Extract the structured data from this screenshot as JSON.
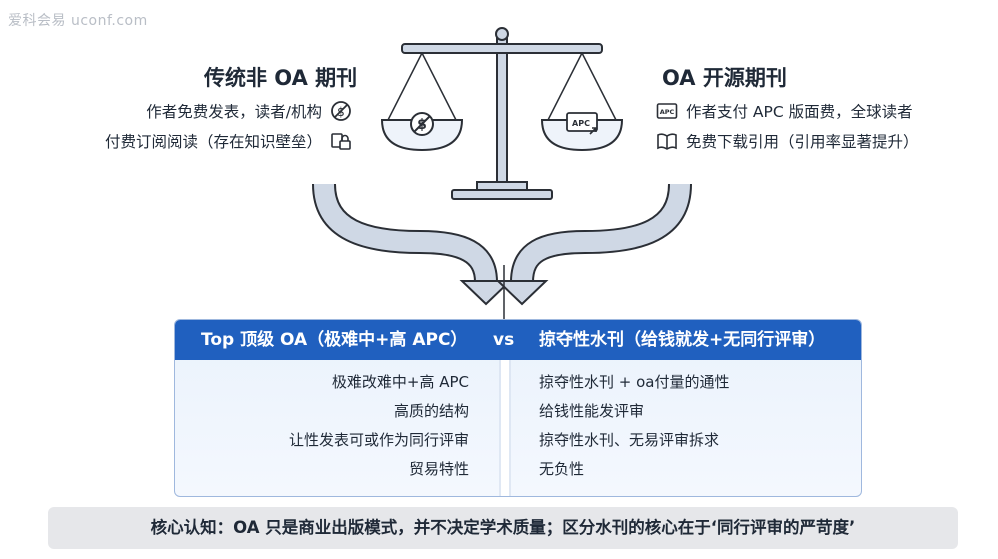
{
  "watermark": "爱科会易 uconf.com",
  "left_side": {
    "title": "传统非 OA 期刊",
    "lines": [
      "作者免费发表，读者/机构",
      "付费订阅阅读（存在知识壁垒）"
    ],
    "icons": [
      "no-dollar-icon",
      "lock-icon"
    ]
  },
  "right_side": {
    "title": "OA 开源期刊",
    "lines": [
      "作者支付 APC 版面费，全球读者",
      "免费下载引用（引用率显著提升）"
    ],
    "icons": [
      "apc-card-icon",
      "open-book-icon"
    ]
  },
  "scale": {
    "left_pan_icon": "no-dollar-icon",
    "right_pan_icon": "apc-icon",
    "right_pan_label": "APC"
  },
  "comparison": {
    "left_header": "Top 顶级 OA（极难中+高 APC）",
    "vs": "vs",
    "right_header": "掠夺性水刊（给钱就发+无同行评审）",
    "left_items": [
      "极难改难中+高 APC",
      "高质的结构",
      "让性发表可或作为同行评审",
      "贸易特性"
    ],
    "right_items": [
      "掠夺性水刊 + oa付量的通性",
      "给钱性能发评审",
      "掠夺性水刊、无易评审拆求",
      "无负性"
    ]
  },
  "footer": "核心认知：OA 只是商业出版模式，并不决定学术质量；区分水刊的核心在于‘同行评审的严苛度’",
  "colors": {
    "header_blue": "#2060bf",
    "panel_bg": "#eaf2fc",
    "arrow_fill": "#cfd8e5",
    "arrow_stroke": "#2b2f36",
    "footer_bg": "#e6e7ea"
  }
}
